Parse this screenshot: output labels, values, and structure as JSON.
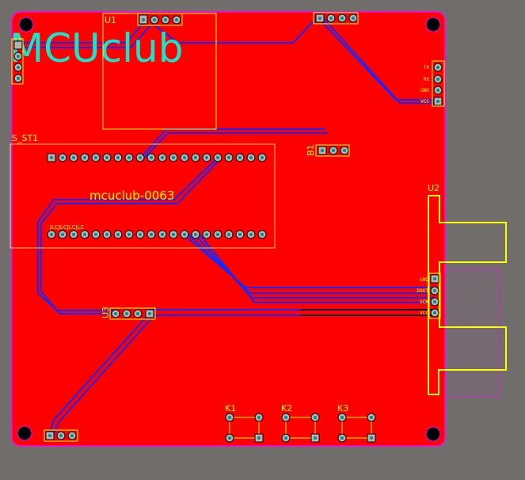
{
  "board": {
    "logo_text": "MCUclub",
    "board_id_text": "mcuclub-0063",
    "fab_marker": "JLCJLCJLCJLC",
    "colors": {
      "background": "#706d6b",
      "copper": "#ff0000",
      "trace": "#1428ff",
      "silkscreen": "#ffff00",
      "board_edge": "#ff00ff",
      "logo": "#19e6c8",
      "pad": "#b4b4b4",
      "via_center": "#008c8c"
    }
  },
  "components": {
    "u1": {
      "designator": "U1"
    },
    "s_st1": {
      "designator": "S_ST1"
    },
    "b1": {
      "designator": "B1"
    },
    "u2": {
      "designator": "U2",
      "pins": [
        "GND",
        "DOUT",
        "SCK",
        "VCC"
      ]
    },
    "u3": {
      "designator": "U3"
    },
    "k1": {
      "designator": "K1"
    },
    "k2": {
      "designator": "K2"
    },
    "k3": {
      "designator": "K3"
    },
    "right_header": {
      "pins": [
        "TX",
        "RX",
        "GND",
        "VCC"
      ]
    }
  }
}
